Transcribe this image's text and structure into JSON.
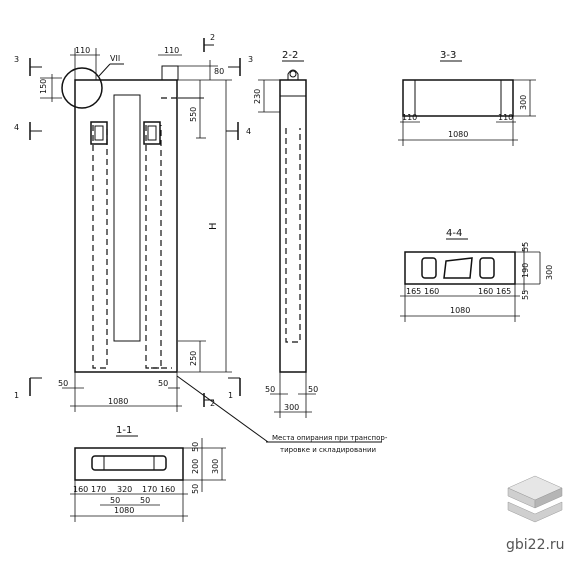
{
  "section_titles": {
    "s11": "1-1",
    "s22": "2-2",
    "s33": "3-3",
    "s44": "4-4"
  },
  "cut_marks": {
    "c1": "1",
    "c2": "2",
    "c3": "3",
    "c4": "4"
  },
  "detail_ref": "VII",
  "height_label": "H",
  "front": {
    "d110a": "110",
    "d110b": "110",
    "d80": "80",
    "d150": "150",
    "d550": "550",
    "d250": "250",
    "d50a": "50",
    "d50b": "50",
    "d1080": "1080"
  },
  "side22": {
    "d230": "230",
    "d50a": "50",
    "d50b": "50",
    "d300": "300"
  },
  "sec33": {
    "d300": "300",
    "d110a": "110",
    "d110b": "110",
    "d1080": "1080"
  },
  "sec44": {
    "d55a": "55",
    "d190": "190",
    "d300": "300",
    "d55b": "55",
    "d165a": "165",
    "d160a": "160",
    "d160b": "160",
    "d165b": "165",
    "d1080": "1080"
  },
  "sec11": {
    "d50a": "50",
    "d200": "200",
    "d300": "300",
    "d50b": "50",
    "d160a": "160",
    "d170a": "170",
    "d320": "320",
    "d170b": "170",
    "d160b": "160",
    "d50c": "50",
    "d50d": "50",
    "d1080": "1080"
  },
  "support_note": {
    "line1": "Места опирания при транспор-",
    "line2": "тировке и складировании"
  },
  "watermark": "gbi22.ru",
  "colors": {
    "logo_top": "#e6e6e6",
    "logo_mid": "#cfcfcf",
    "logo_bot": "#b5b5b5"
  }
}
